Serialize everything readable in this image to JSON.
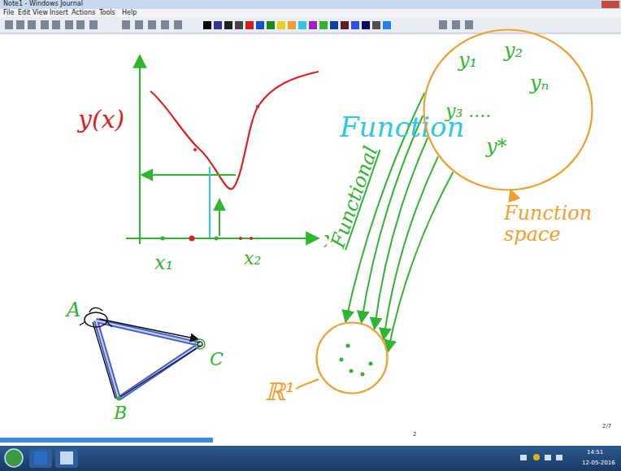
{
  "diagram": {
    "nodes": [
      {
        "text": [
          "y₁",
          "y₂",
          "yₙ",
          "y₃ ....",
          "y*",
          "Function space"
        ]
      },
      {
        "text": [
          "ℝ¹"
        ]
      }
    ],
    "edges": [
      {
        "from": 0,
        "to": 1,
        "arrow": "to",
        "label": "Functional"
      },
      {
        "from": 0,
        "to": 1,
        "arrow": "to"
      },
      {
        "from": 0,
        "to": 1,
        "arrow": "to"
      },
      {
        "from": 0,
        "to": 1,
        "arrow": "to"
      },
      {
        "from": 0,
        "to": 1,
        "arrow": "to"
      }
    ],
    "labels": [
      "Note1 - Windows Journal",
      "File",
      "Edit",
      "View",
      "Insert",
      "Actions",
      "Tools",
      "Help",
      "y(x)",
      "x",
      "x₁",
      "x₂",
      "Function",
      "A",
      "B",
      "C",
      "2",
      "2/7",
      "14:51",
      "12-05-2016"
    ]
  }
}
